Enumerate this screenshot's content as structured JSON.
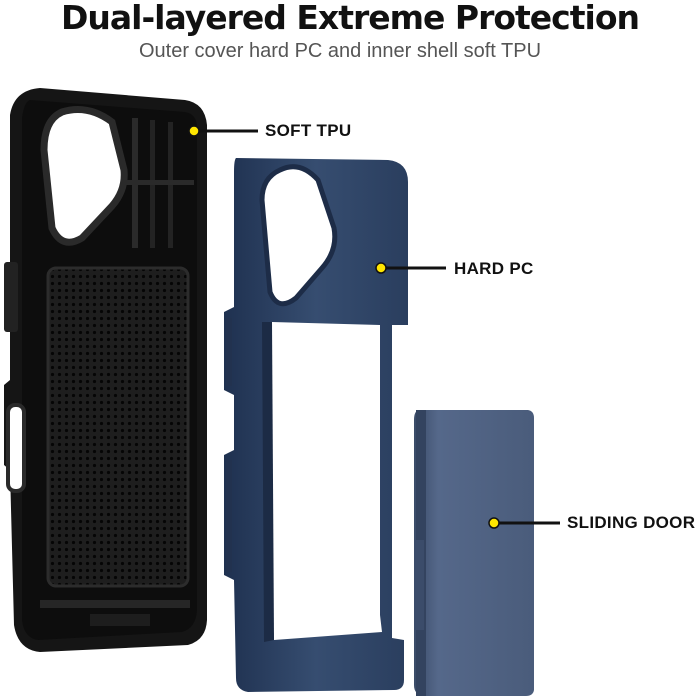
{
  "header": {
    "title": "Dual-layered Extreme Protection",
    "subtitle": "Outer cover hard PC  and inner shell soft TPU"
  },
  "callouts": {
    "soft_tpu": "SOFT TPU",
    "hard_pc": "HARD PC",
    "sliding_door": "SLIDING DOOR"
  },
  "colors": {
    "tpu_black": "#141414",
    "pc_navy": "#2f4566",
    "door_blue": "#4d5f7d",
    "dot_yellow": "#ffe600"
  }
}
